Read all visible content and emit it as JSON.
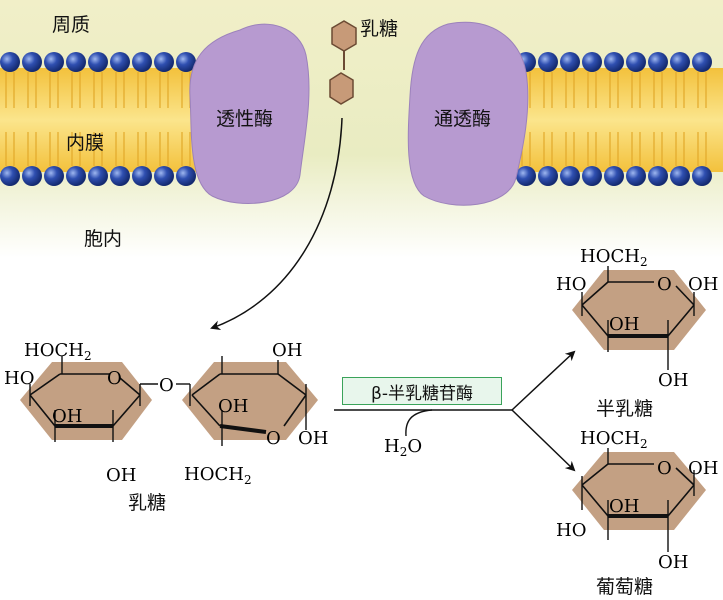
{
  "membrane": {
    "periplasm_label": "周质",
    "inner_membrane_label": "内膜",
    "cytoplasm_label": "胞内",
    "lactose_top_label": "乳糖",
    "permease_label": "透性酶",
    "transacetylase_label": "通透酶"
  },
  "reaction": {
    "enzyme_label": "β-半乳糖苷酶",
    "water_label_main": "H",
    "water_label_sub": "2",
    "water_label_end": "O"
  },
  "lactose": {
    "name": "乳糖",
    "ring1_hoch2": "HOCH",
    "ring1_hoch2_sub": "2",
    "ring1_ho": "HO",
    "ring1_o": "O",
    "ring1_oh_inner": "OH",
    "ring1_oh_bottom": "OH",
    "bridge_o": "O",
    "ring2_oh_top": "OH",
    "ring2_oh_inner": "OH",
    "ring2_o": "O",
    "ring2_oh_right": "OH",
    "ring2_hoch2": "HOCH",
    "ring2_hoch2_sub": "2"
  },
  "galactose": {
    "name": "半乳糖",
    "hoch2": "HOCH",
    "hoch2_sub": "2",
    "ho": "HO",
    "o": "O",
    "oh_right": "OH",
    "oh_inner": "OH",
    "oh_bottom": "OH"
  },
  "glucose": {
    "name": "葡萄糖",
    "hoch2": "HOCH",
    "hoch2_sub": "2",
    "o": "O",
    "oh_right": "OH",
    "ho": "HO",
    "oh_inner": "OH",
    "oh_bottom": "OH"
  },
  "colors": {
    "ring_fill": "#c3a083",
    "enzyme_fill": "#b79ad0",
    "membrane_yellow": "#f5d35a",
    "bead_blue": "#2f4fb0",
    "enzyme_box_border": "#3aa35a"
  }
}
